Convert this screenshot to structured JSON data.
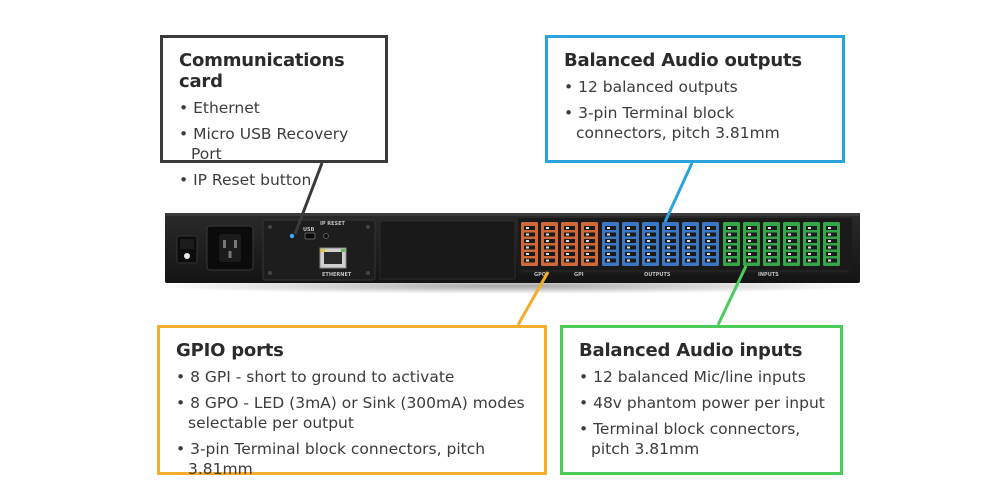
{
  "comm": {
    "title": "Communications card",
    "items": [
      "Ethernet",
      "Micro USB Recovery Port",
      "IP Reset button"
    ]
  },
  "balanced_outputs": {
    "title": "Balanced Audio outputs",
    "items": [
      "12 balanced outputs",
      "3-pin Terminal block connectors, pitch 3.81mm"
    ]
  },
  "gpio": {
    "title": "GPIO ports",
    "items": [
      "8 GPI - short to ground to activate",
      "8 GPO - LED (3mA) or Sink (300mA) modes selectable per output",
      "3-pin Terminal block connectors, pitch 3.81mm"
    ]
  },
  "balanced_inputs": {
    "title": "Balanced Audio inputs",
    "items": [
      "12 balanced Mic/line inputs",
      "48v phantom power per input",
      "Terminal block connectors, pitch 3.81mm"
    ]
  },
  "panel_labels": {
    "ip_reset": "IP RESET",
    "usb": "USB",
    "ethernet": "ETHERNET",
    "gpo": "GPO",
    "gpi": "GPI",
    "outputs": "OUTPUTS",
    "inputs": "INPUTS"
  },
  "colors": {
    "comm": "#3a3a3a",
    "outputs": "#2aa4dc",
    "gpio": "#f4ad2a",
    "inputs": "#4ccb5b",
    "gpio_connector": "#e0703a",
    "output_connector": "#3d7fd6",
    "input_connector": "#37b24d"
  }
}
